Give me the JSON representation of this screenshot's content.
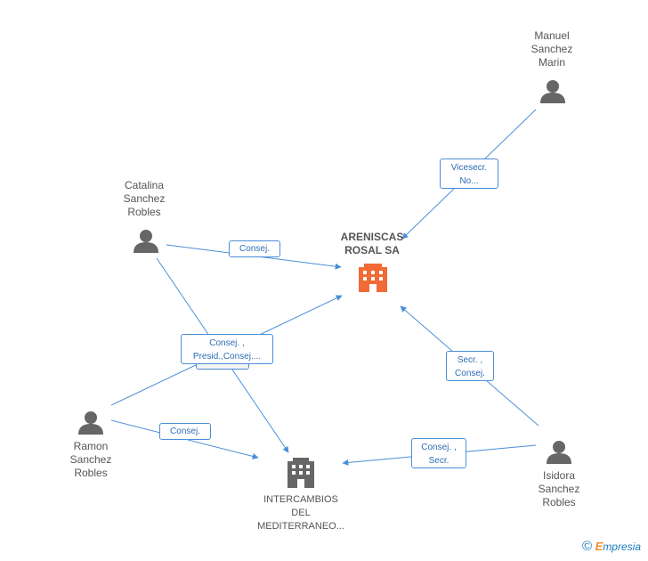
{
  "nodes": {
    "company_main": {
      "label": [
        "ARENISCAS",
        "ROSAL SA"
      ],
      "icon": "building-icon",
      "color": "#f26a35"
    },
    "company_second": {
      "label": [
        "INTERCAMBIOS",
        "DEL",
        "MEDITERRANEO..."
      ],
      "icon": "building-icon",
      "color": "#666666"
    },
    "person_manuel": {
      "label": [
        "Manuel",
        "Sanchez",
        "Marin"
      ],
      "icon": "person-icon"
    },
    "person_catalina": {
      "label": [
        "Catalina",
        "Sanchez",
        "Robles"
      ],
      "icon": "person-icon"
    },
    "person_ramon": {
      "label": [
        "Ramon",
        "Sanchez",
        "Robles"
      ],
      "icon": "person-icon"
    },
    "person_isidora": {
      "label": [
        "Isidora",
        "Sanchez",
        "Robles"
      ],
      "icon": "person-icon"
    }
  },
  "edges": {
    "manuel_main": [
      "Vicesecr.",
      "No..."
    ],
    "catalina_main": [
      "Consej."
    ],
    "catalina_group": [
      "Consej. ,",
      "Presid.,Consej...."
    ],
    "isidora_main": [
      "Secr. ,",
      "Consej."
    ],
    "isidora_second": [
      "Consej. ,",
      "Secr."
    ],
    "ramon_second": [
      "Consej."
    ]
  },
  "colors": {
    "edge": "#4a8fd8",
    "person": "#666666"
  },
  "brand": {
    "copyright": "©",
    "e": "E",
    "rest": "mpresia"
  }
}
